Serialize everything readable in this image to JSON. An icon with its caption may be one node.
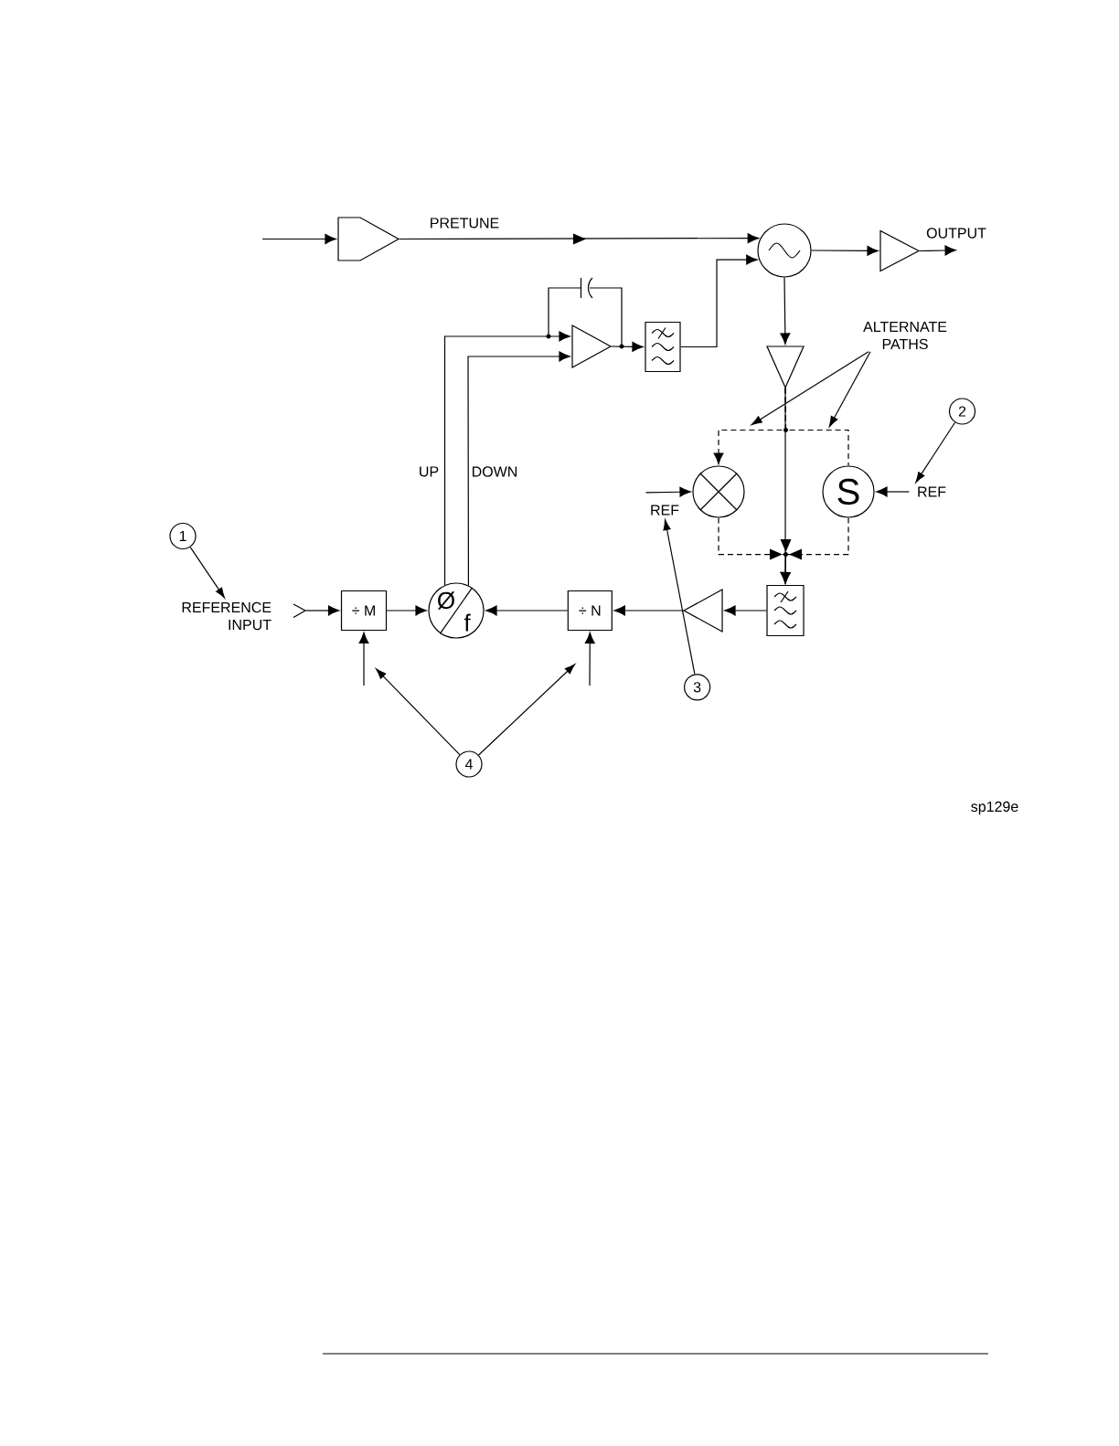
{
  "diagram": {
    "nodes": [
      {
        "text": [],
        "shape": "pentagon"
      },
      {
        "text": [],
        "shape": "circle"
      },
      {
        "text": [],
        "shape": "triangle"
      },
      {
        "text": [],
        "shape": "triangle"
      },
      {
        "text": [],
        "shape": "box"
      },
      {
        "text": [],
        "shape": "triangle"
      },
      {
        "text": [],
        "shape": "circle"
      },
      {
        "text": [
          "S"
        ]
      },
      {
        "text": [
          "REF"
        ]
      },
      {
        "text": [
          "REF"
        ]
      },
      {
        "text": [
          "ALTERNATE PATHS"
        ]
      },
      {
        "text": [
          "2"
        ]
      },
      {
        "text": [
          "3"
        ]
      },
      {
        "text": [
          "REFERENCE INPUT"
        ]
      },
      {
        "text": [
          "1"
        ]
      },
      {
        "text": [
          "÷ M"
        ]
      },
      {
        "text": [
          "Ø",
          "f"
        ]
      },
      {
        "text": [
          "÷ N"
        ]
      },
      {
        "text": [],
        "shape": "triangle"
      },
      {
        "text": [],
        "shape": "box"
      },
      {
        "text": [
          "4"
        ]
      },
      {
        "text": [
          "OUTPUT"
        ]
      }
    ],
    "edges": [
      {
        "from": null,
        "to": 0,
        "arrow": "to"
      },
      {
        "from": 0,
        "to": 1,
        "arrow": "to",
        "label": "PRETUNE"
      },
      {
        "from": 4,
        "to": 1,
        "arrow": "to"
      },
      {
        "from": 1,
        "to": 2,
        "arrow": "to"
      },
      {
        "from": 2,
        "to": 21,
        "arrow": "to"
      },
      {
        "from": 3,
        "to": 4,
        "arrow": "to"
      },
      {
        "from": 16,
        "to": 3,
        "arrow": "to",
        "label": "UP"
      },
      {
        "from": 16,
        "to": 3,
        "arrow": "to",
        "label": "DOWN"
      },
      {
        "from": 1,
        "to": 5,
        "arrow": "to"
      },
      {
        "from": 5,
        "to": 6,
        "arrow": "to",
        "style": "dashed"
      },
      {
        "from": 5,
        "to": 7,
        "arrow": "none",
        "style": "dashed"
      },
      {
        "from": 5,
        "to": 19,
        "arrow": "to"
      },
      {
        "from": 6,
        "to": 19,
        "arrow": "to",
        "style": "dashed"
      },
      {
        "from": 7,
        "to": 19,
        "arrow": "to",
        "style": "dashed"
      },
      {
        "from": 8,
        "to": 6,
        "arrow": "to"
      },
      {
        "from": 9,
        "to": 7,
        "arrow": "to"
      },
      {
        "from": 11,
        "to": 9,
        "arrow": "to"
      },
      {
        "from": 12,
        "to": 8,
        "arrow": "to"
      },
      {
        "from": 10,
        "to": null,
        "arrow": "to"
      },
      {
        "from": 10,
        "to": null,
        "arrow": "to"
      },
      {
        "from": 14,
        "to": 13,
        "arrow": "to"
      },
      {
        "from": 13,
        "to": 15,
        "arrow": "to"
      },
      {
        "from": 15,
        "to": 16,
        "arrow": "to"
      },
      {
        "from": 17,
        "to": 16,
        "arrow": "to"
      },
      {
        "from": 18,
        "to": 17,
        "arrow": "to"
      },
      {
        "from": 19,
        "to": 18,
        "arrow": "to"
      },
      {
        "from": null,
        "to": 15,
        "arrow": "to"
      },
      {
        "from": null,
        "to": 17,
        "arrow": "to"
      },
      {
        "from": 20,
        "to": null,
        "arrow": "to"
      },
      {
        "from": 20,
        "to": null,
        "arrow": "to"
      }
    ],
    "labels": [
      "sp129e"
    ]
  }
}
